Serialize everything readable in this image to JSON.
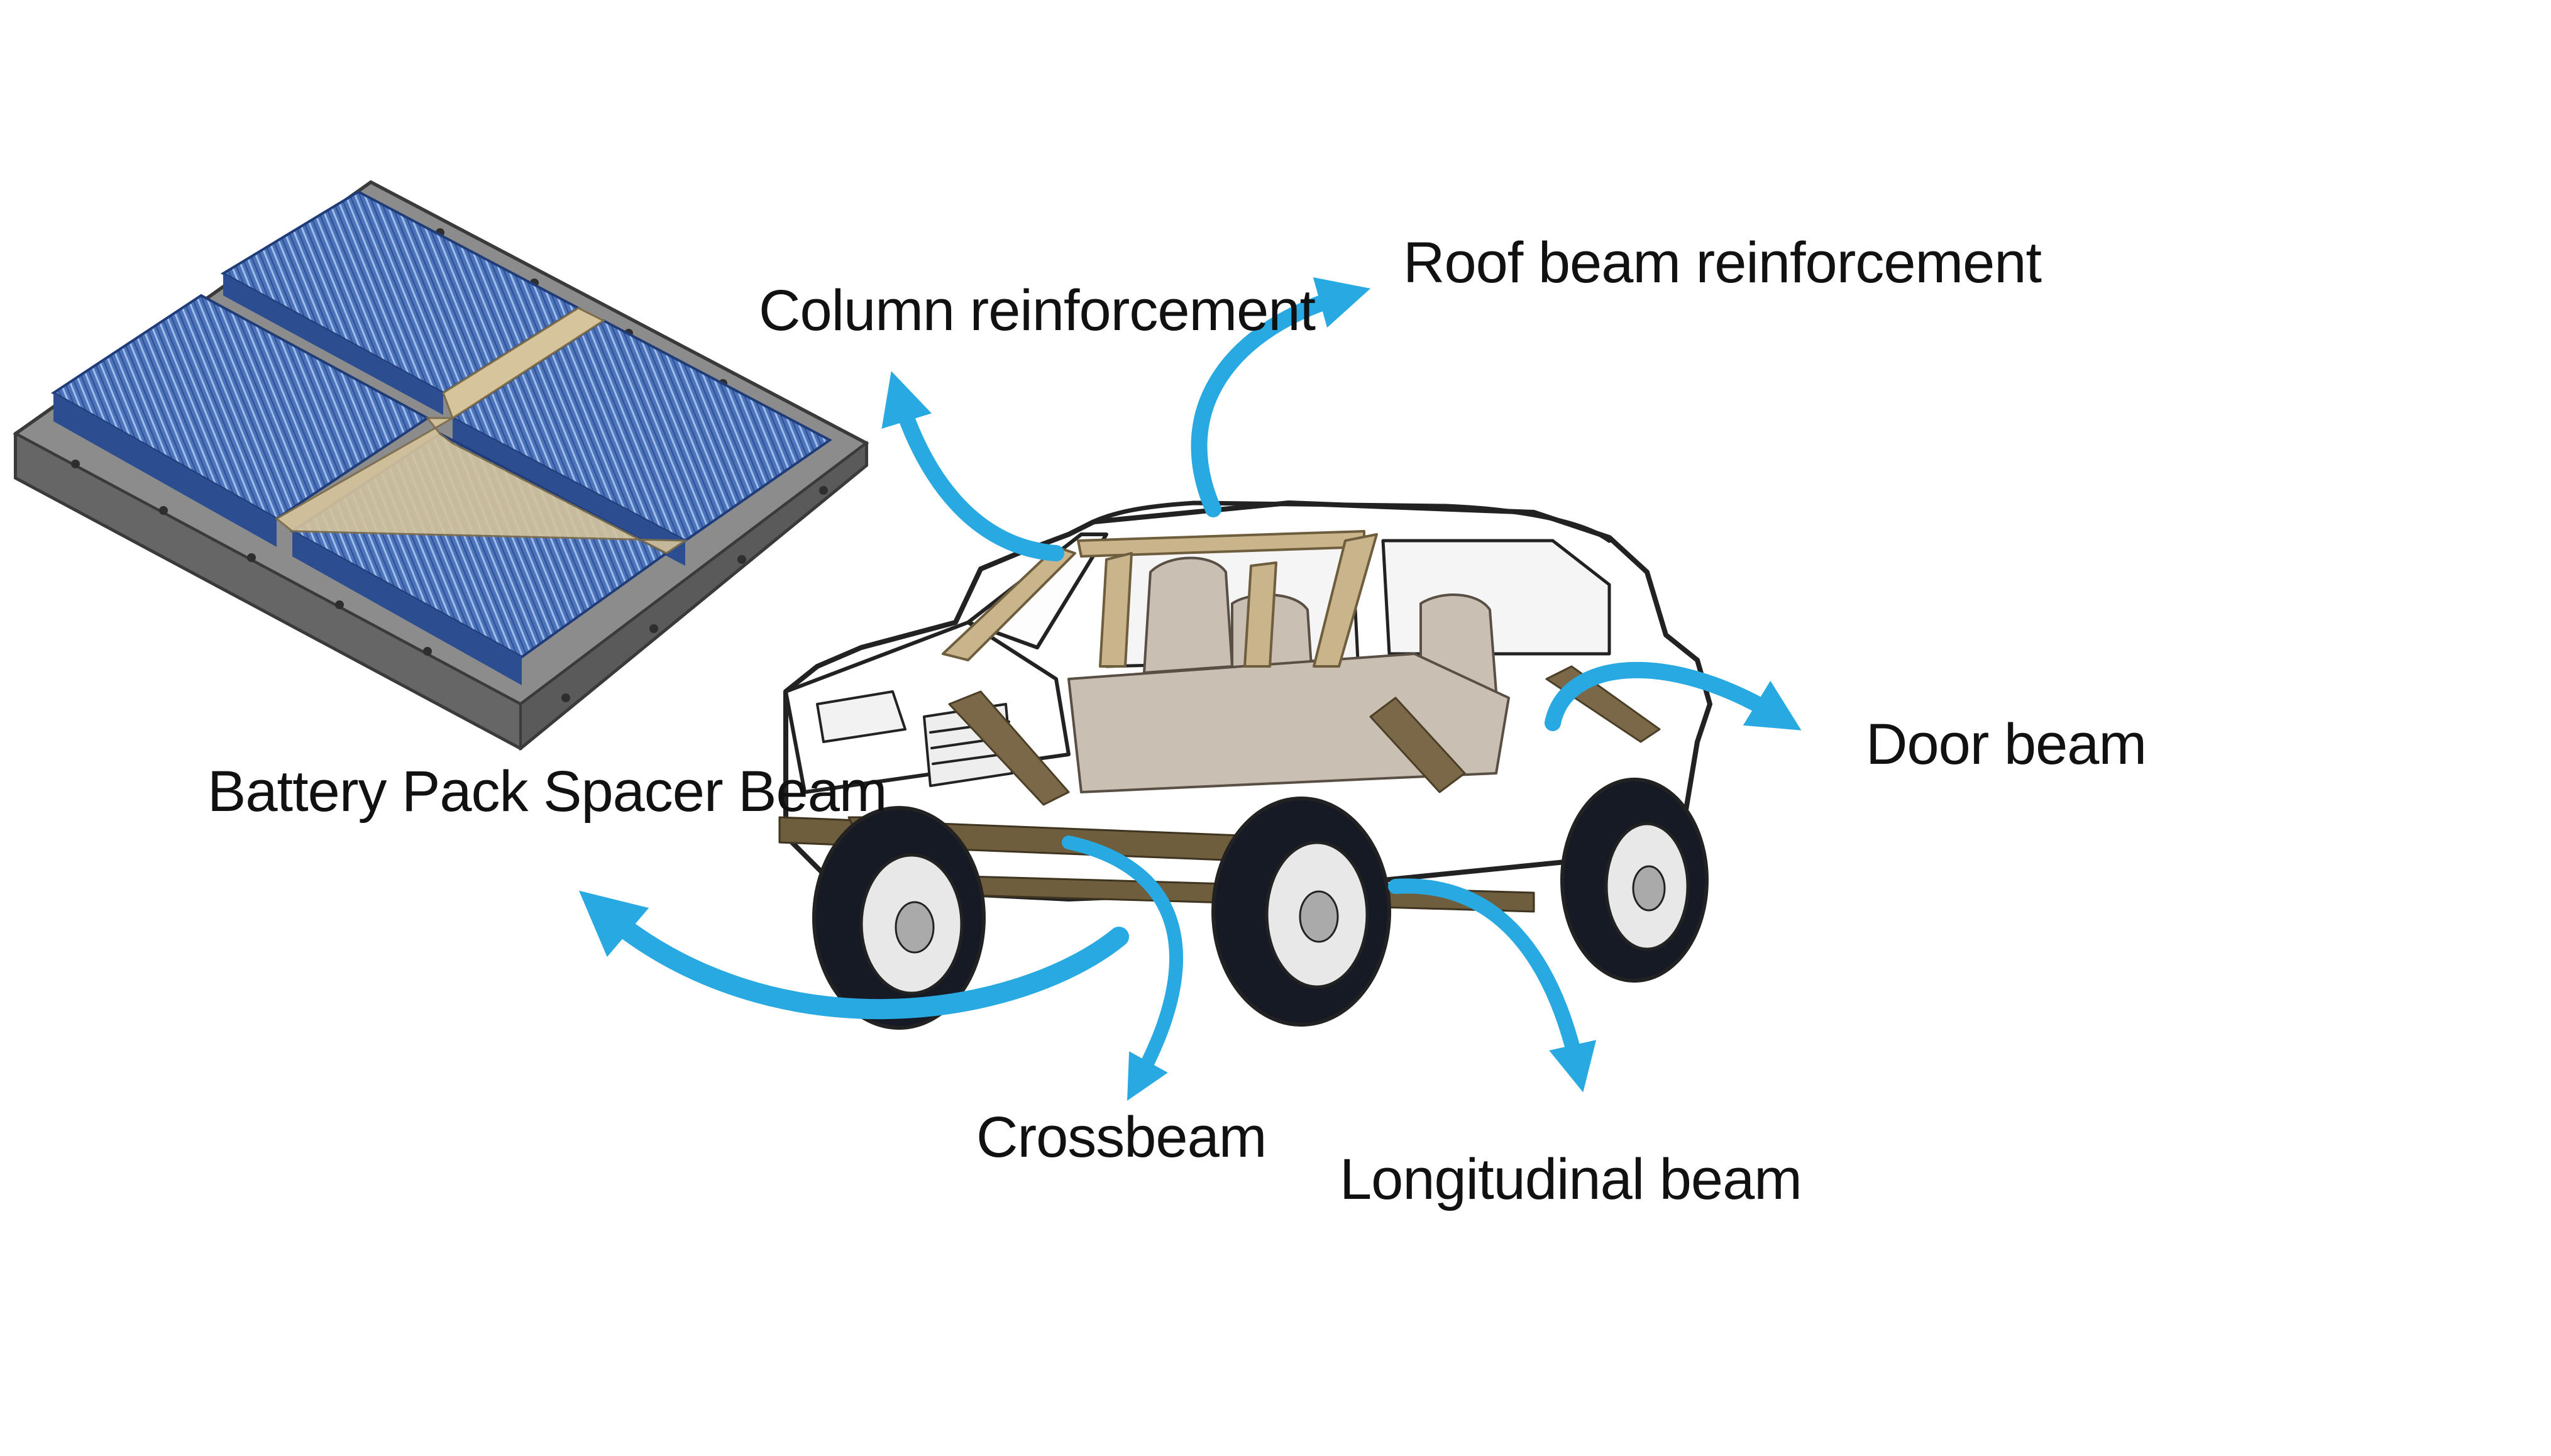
{
  "diagram": {
    "labels": {
      "roof_beam": "Roof beam reinforcement",
      "column": "Column reinforcement",
      "door_beam": "Door beam",
      "battery_spacer": "Battery Pack Spacer Beam",
      "crossbeam": "Crossbeam",
      "longitudinal": "Longitudinal beam"
    },
    "colors": {
      "arrow": "#29a9e1",
      "beam": "#6e5e3e",
      "pillar": "#c7b48e",
      "battery_cell": "#4a72b8",
      "battery_tray": "#6b6b6b",
      "spacer": "#d4c29a",
      "tire": "#151a24",
      "outline": "#222222"
    }
  }
}
